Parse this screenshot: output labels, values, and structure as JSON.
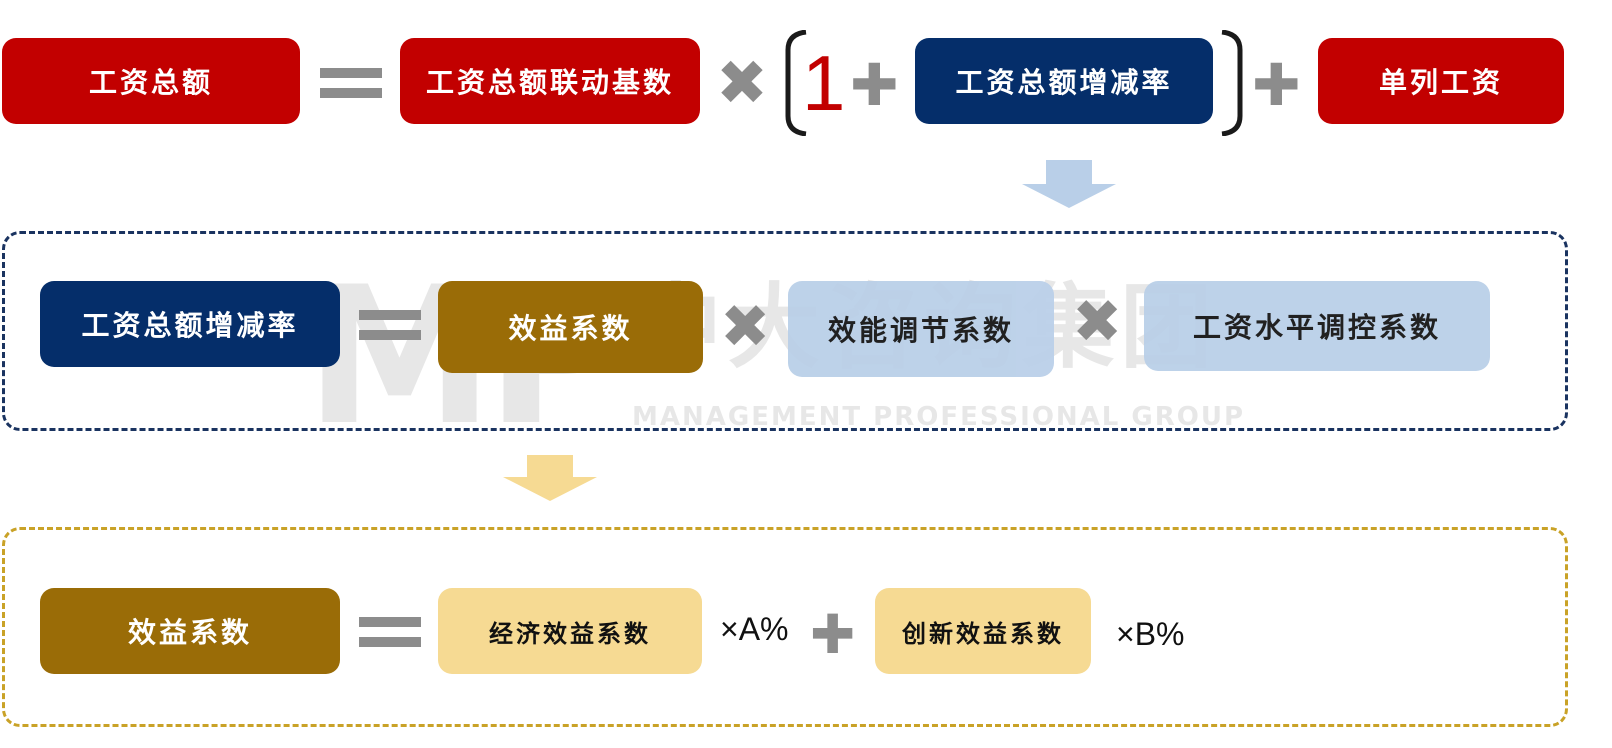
{
  "watermark": {
    "logo": "MP",
    "cn": "中大咨询集团",
    "en": "MANAGEMENT PROFESSIONAL GROUP"
  },
  "row1": {
    "total": "工资总额",
    "base": "工资总额联动基数",
    "one": "1",
    "rate": "工资总额增减率",
    "separate": "单列工资"
  },
  "row2": {
    "rate": "工资总额增减率",
    "benefit": "效益系数",
    "efficiency": "效能调节系数",
    "wage_level": "工资水平调控系数"
  },
  "row3": {
    "benefit": "效益系数",
    "economic": "经济效益系数",
    "times_a": "×A%",
    "innovation": "创新效益系数",
    "times_b": "×B%"
  },
  "colors": {
    "red": "#c20000",
    "navy": "#052e6a",
    "gold": "#9a6c07",
    "light_blue": "#b9cfe8",
    "light_gold": "#f6da93",
    "operator_gray": "#8c8c8c",
    "frame_navy": "#1a3360",
    "frame_gold": "#c9a227"
  },
  "icons": [
    "equals-icon",
    "multiply-icon",
    "plus-icon",
    "down-arrow-icon",
    "bracket-icon"
  ]
}
